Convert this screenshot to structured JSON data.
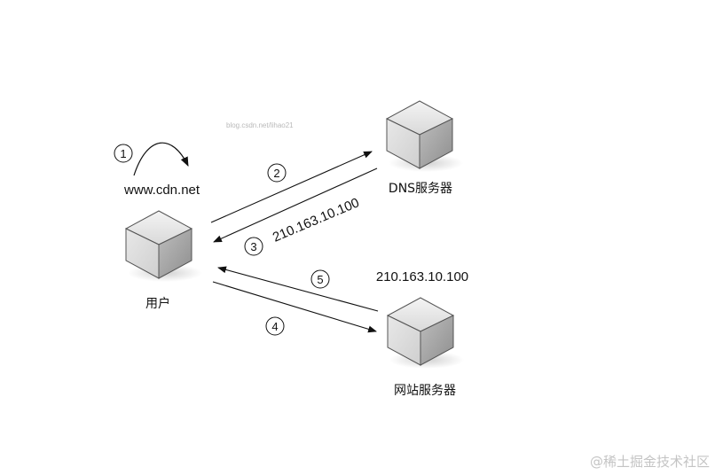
{
  "diagram": {
    "watermark": "blog.csdn.net/lihao21",
    "credit": "@稀土掘金技术社区",
    "nodes": {
      "user": {
        "label": "用户"
      },
      "dns_server": {
        "label": "DNS服务器"
      },
      "web_server": {
        "label": "网站服务器",
        "ip": "210.163.10.100"
      }
    },
    "domain": "www.cdn.net",
    "dns_reply_ip": "210.163.10.100",
    "steps": [
      "1",
      "2",
      "3",
      "4",
      "5"
    ]
  }
}
